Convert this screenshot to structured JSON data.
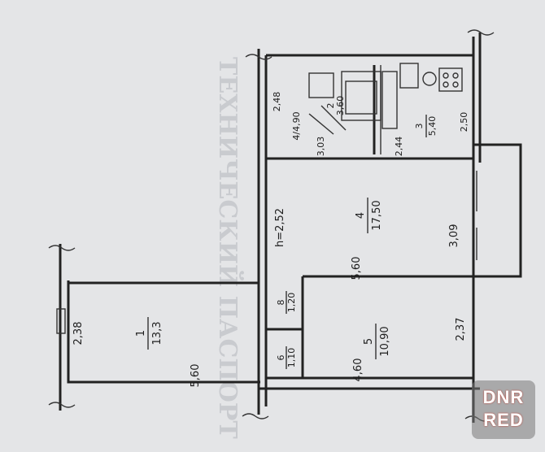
{
  "rooms": [
    {
      "number": "1",
      "area": "13,3"
    },
    {
      "number": "2",
      "area": "3,60"
    },
    {
      "number": "3",
      "area": "5,40"
    },
    {
      "number": "4",
      "area": "17,50"
    },
    {
      "number": "5",
      "area": "10,90"
    },
    {
      "number": "6",
      "area": "1,10"
    },
    {
      "number": "8",
      "area": "1,20"
    },
    {
      "number": "4",
      "area": "4,90",
      "label": "4/4,90"
    }
  ],
  "dimensions": {
    "room1_width": "2,38",
    "room1_length": "5,60",
    "kitchen_width": "2,48",
    "kitchen_right": "2,50",
    "kitchen_length": "3,03",
    "small_3": "2,44",
    "living_height": "h=2,52",
    "living_length": "5,60",
    "living_width": "3,09",
    "room5_length": "4,60",
    "room5_width": "2,37"
  },
  "watermark": {
    "line1": "DNR",
    "line2": "RED"
  },
  "background_colors": {
    "paper": "#e4e5e7",
    "ink": "#222222"
  }
}
